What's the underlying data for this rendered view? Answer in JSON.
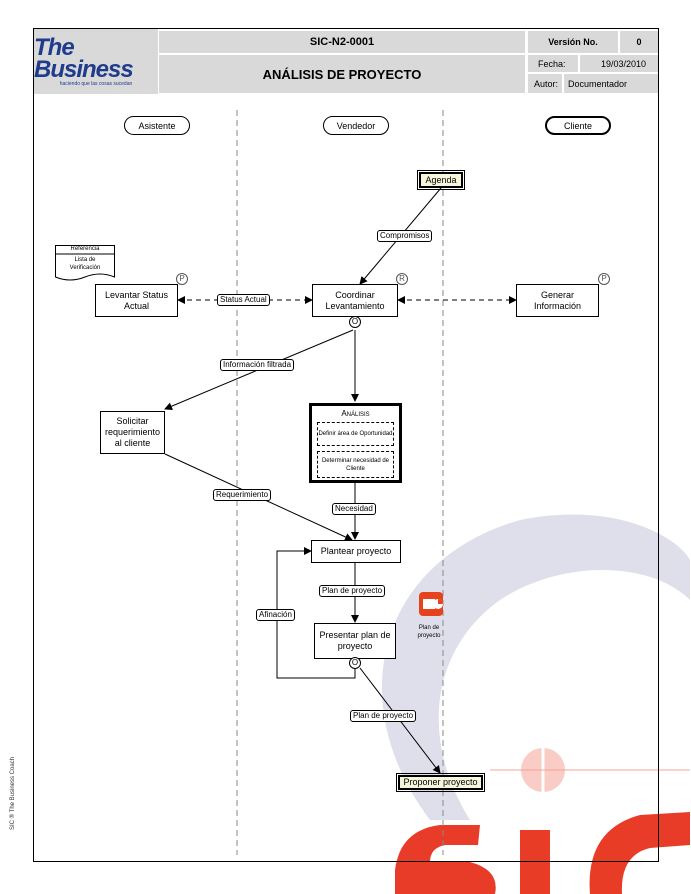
{
  "header": {
    "code": "SIC-N2-0001",
    "title": "ANÁLISIS DE PROYECTO",
    "version_label": "Versión No.",
    "version_value": "0",
    "date_label": "Fecha:",
    "date_value": "19/03/2010",
    "author_label": "Autor:",
    "author_value": "Documentador",
    "logo_main": "The Business",
    "logo_tagline": "haciendo que las cosas sucedan"
  },
  "lanes": {
    "left": "Asistente",
    "middle": "Vendedor",
    "right": "Cliente"
  },
  "nodes": {
    "agenda": "Agenda",
    "referencia_title": "Referencia",
    "referencia_body": "Lista de Verificación",
    "levantar": "Levantar Status Actual",
    "coordinar": "Coordinar Levantamiento",
    "generar": "Generar Información",
    "solicitar": "Solicitar requerimiento al cliente",
    "analisis_title": "Análisis",
    "analisis_sub1": "Definir área de Oportunidad",
    "analisis_sub2": "Determinar necesidad de Cliente",
    "plantear": "Plantear proyecto",
    "presentar": "Presentar plan de proyecto",
    "proponer": "Proponer proyecto",
    "doc_label": "Plan de proyecto"
  },
  "markers": {
    "p1": "P",
    "r": "R",
    "p2": "P",
    "o1": "O",
    "o2": "O"
  },
  "edges": {
    "compromisos": "Compromisos",
    "status_actual": "Status Actual",
    "info_filtrada": "Información filtrada",
    "requerimiento": "Requerimiento",
    "necesidad": "Necesidad",
    "plan1": "Plan de proyecto",
    "afinacion": "Afinación",
    "plan2": "Plan de proyecto"
  },
  "footer": {
    "side_text": "SIC ® The Business Coach"
  },
  "colors": {
    "header_gray": "#d9d9d9",
    "logo_blue": "#1f3b8c",
    "watermark_red": "#e8321c",
    "watermark_blue": "#c9c9dd"
  }
}
